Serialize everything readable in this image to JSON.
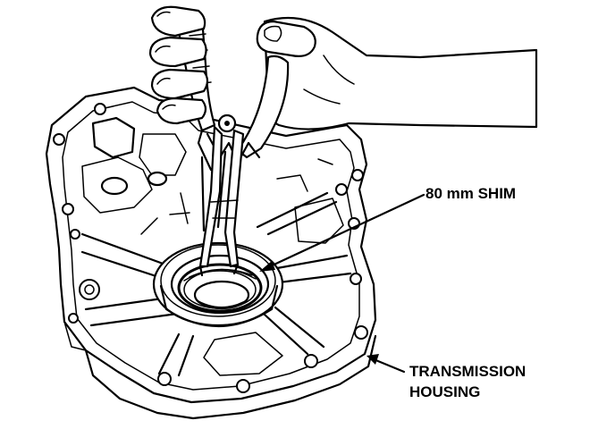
{
  "labels": {
    "shim": "80 mm SHIM",
    "housing_line1": "TRANSMISSION",
    "housing_line2": "HOUSING"
  },
  "colors": {
    "ink": "#000000",
    "paper": "#ffffff"
  }
}
